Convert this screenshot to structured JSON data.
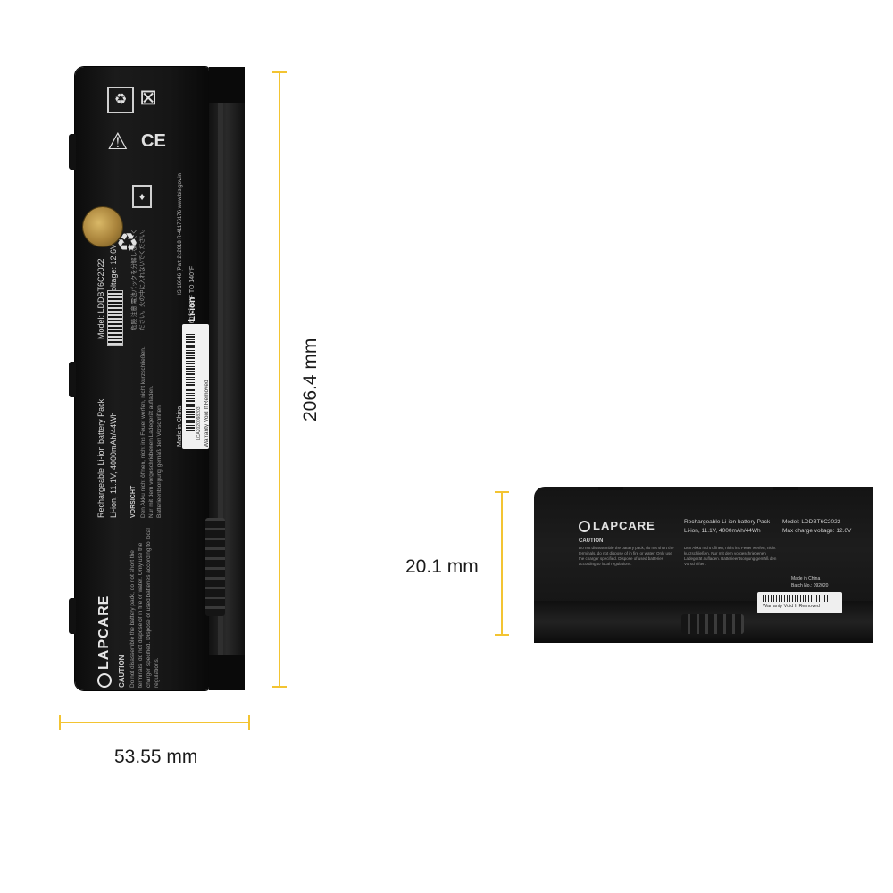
{
  "dimensions": {
    "height_label": "206.4 mm",
    "width_label": "53.55 mm",
    "thickness_label": "20.1 mm"
  },
  "colors": {
    "dimension_line": "#f3c432",
    "battery_body": "#161616",
    "background": "#ffffff"
  },
  "battery_label": {
    "brand": "LAPCARE",
    "caution_title": "CAUTION",
    "caution_text": "Do not disassemble the battery pack, do not short the terminals, do not dispose of in fire or water. Only use the charger specified. Dispose of used batteries according to local regulations.",
    "product_type": "Rechargeable Li-ion battery Pack",
    "model": "Model: LDDBT6C2022",
    "rating": "Li-ion, 11.1V, 4000mAh/44Wh",
    "max_charge": "Max charge voltage: 12.6V",
    "made_in": "Made in China",
    "batch": "Batch No.: 092020",
    "vorsicht_title": "VORSICHT",
    "vorsicht_text": "Den Akku nicht öffnen, nicht ins Feuer werfen, nicht kurzschließen. Nur mit dem vorgeschriebenen Ladegerät aufladen. Batterieentsorgung gemäß den Vorschriften.",
    "jp_text": "危険 注意 電池パックを分解しないでください。火の中に入れないでください。",
    "store_text": "STORE BETWEEN 0°C TO 60°C 32°F TO 140°F",
    "chemistry": "Li-ion",
    "is_text": "IS 16046 (Part 2):2018  R-41176176  www.bis.gov.in"
  },
  "sticker": {
    "warranty_text": "Warranty Void If Removed",
    "serial": "LCA2020098203"
  },
  "icons": [
    "recycle-box-icon",
    "crossed-bin-icon",
    "warning-triangle-icon",
    "ce-mark-icon",
    "bis-mark-icon",
    "recycle-icon"
  ]
}
